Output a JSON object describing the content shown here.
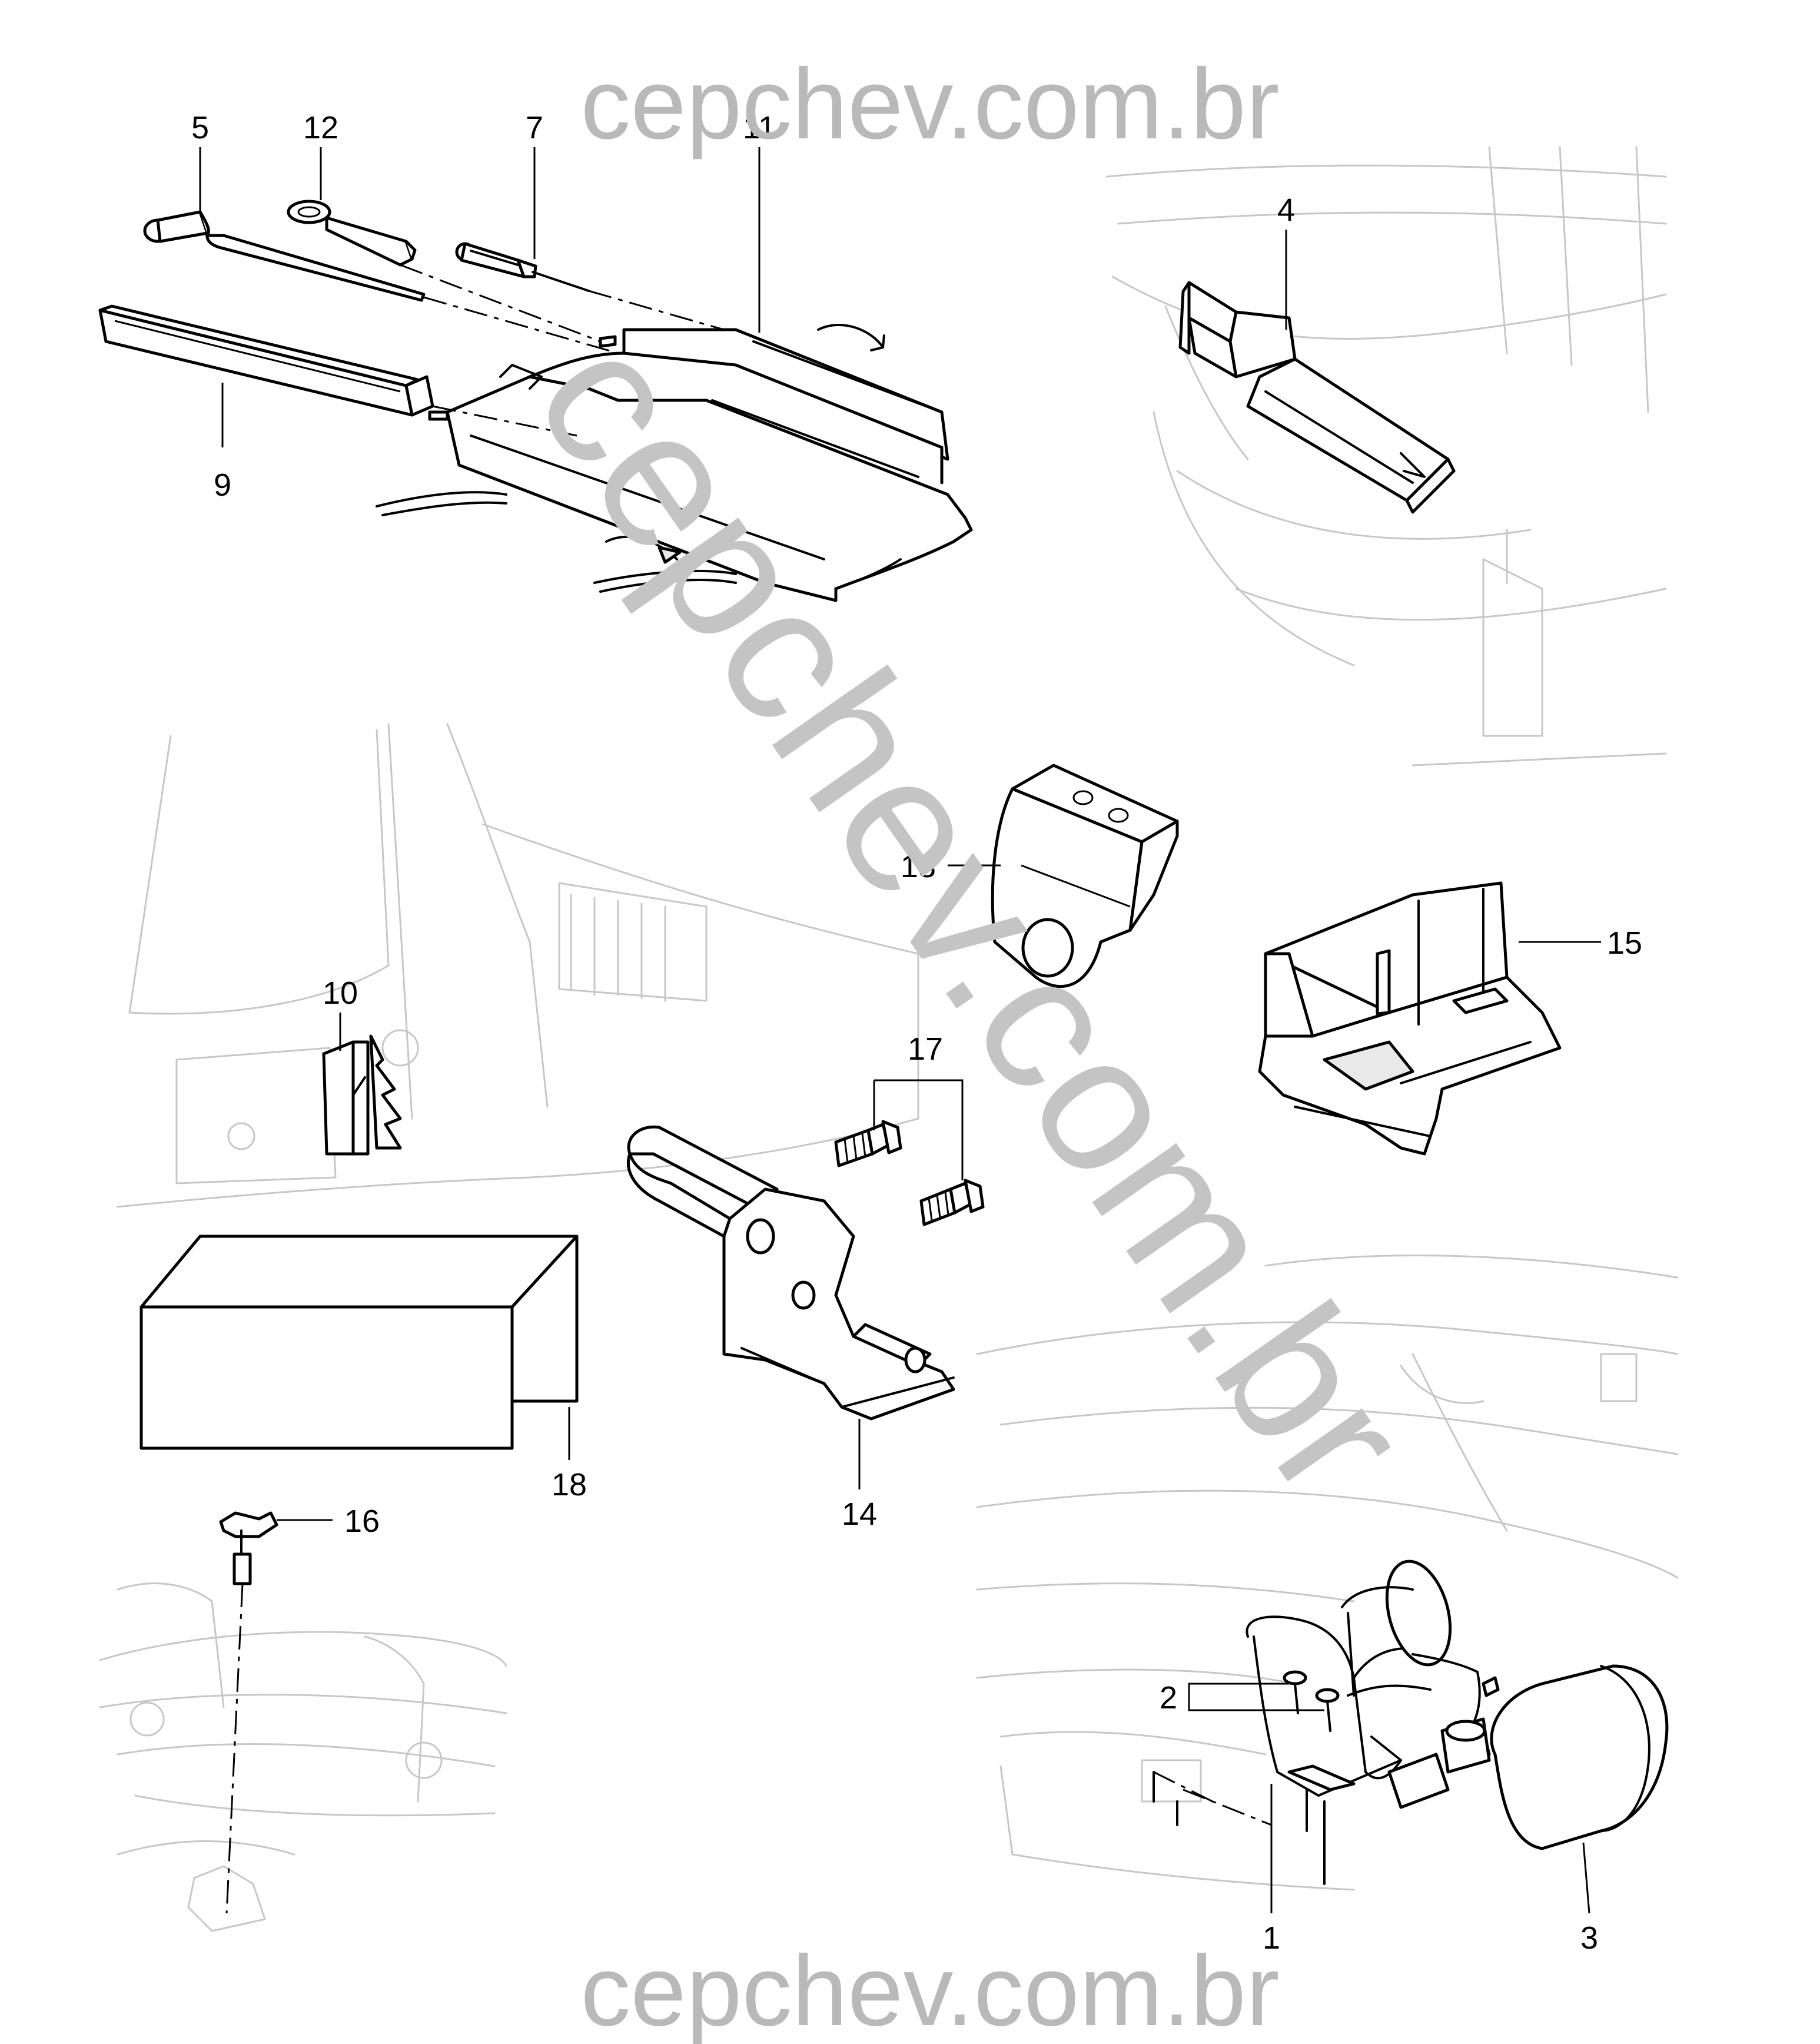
{
  "watermarks": {
    "top": "cepchev.com.br",
    "bottom": "cepchev.com.br",
    "diagonal": "cepchev.com.br"
  },
  "callouts": {
    "c1": "1",
    "c2": "2",
    "c3": "3",
    "c4": "4",
    "c5": "5",
    "c7": "7",
    "c9": "9",
    "c10": "10",
    "c11": "11",
    "c12": "12",
    "c13": "13",
    "c14": "14",
    "c15": "15",
    "c16": "16",
    "c17": "17",
    "c18": "18"
  },
  "colors": {
    "line": "#000000",
    "background_sketch": "#c7c7c7",
    "watermark": "#bcbcbc",
    "paper": "#ffffff"
  }
}
